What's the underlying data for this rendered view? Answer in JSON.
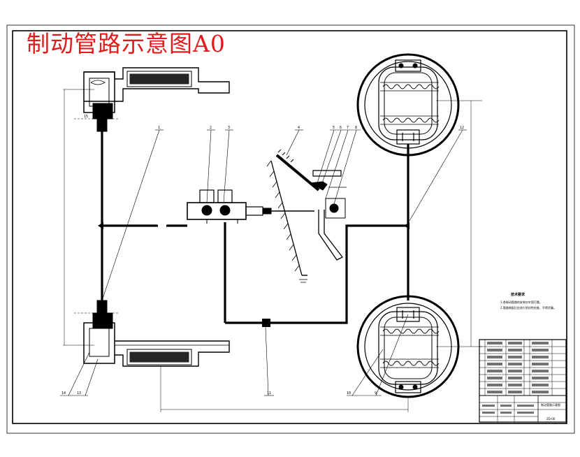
{
  "title": "制动管路示意图A0",
  "part_labels": {
    "p1": "1",
    "p2": "2",
    "p3": "3",
    "p4": "4",
    "p5": "5",
    "p6": "6",
    "p7": "7",
    "p8": "8",
    "p9": "9",
    "p10": "10",
    "p11": "11",
    "p12": "12",
    "p13": "13",
    "p14": "14",
    "p15": "15"
  },
  "technical_requirements": {
    "title": "技术要求",
    "items": [
      "1.各制动管路的安装应牢固可靠。",
      "2.管路装配后应进行密封性检查，不得泄漏。"
    ]
  },
  "title_block": {
    "drawing_name": "制动管路示意图",
    "drawing_no": "ZD-00"
  }
}
